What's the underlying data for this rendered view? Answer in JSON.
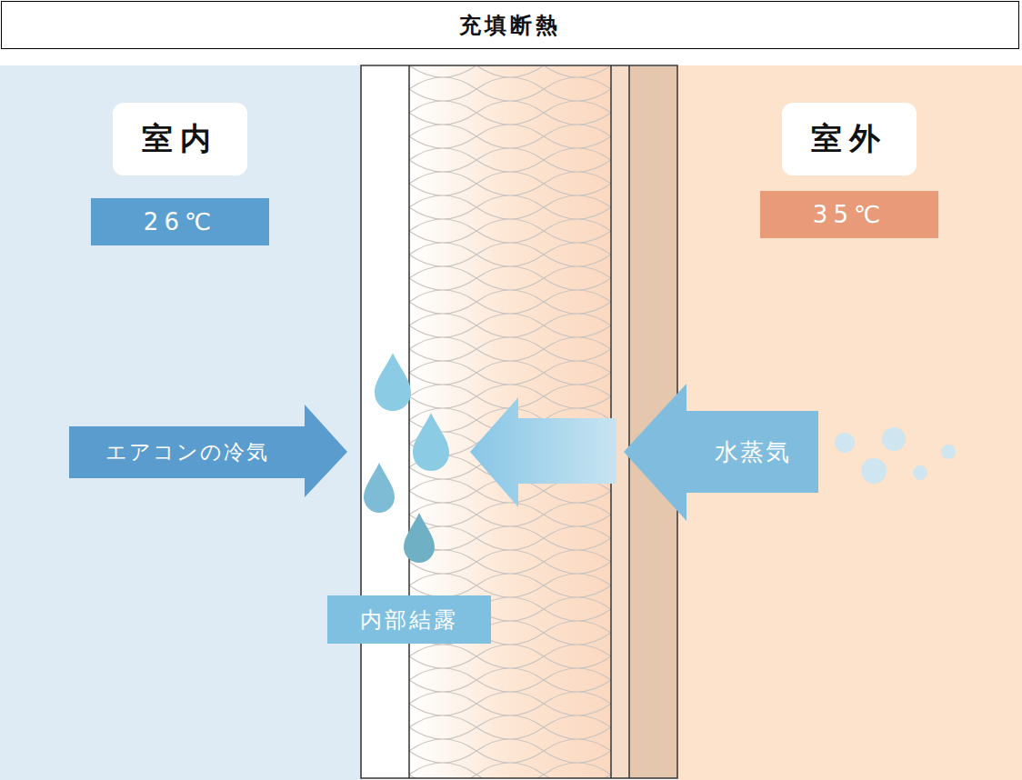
{
  "diagram": {
    "title": "充填断熱",
    "nodes": [
      {
        "text": [
          "室内"
        ]
      },
      {
        "text": [
          "26℃"
        ]
      },
      {
        "text": [
          "室外"
        ]
      },
      {
        "text": [
          "35℃"
        ]
      },
      {
        "text": [
          "エアコンの冷気"
        ]
      },
      {
        "text": [
          "水蒸気"
        ]
      },
      {
        "text": [
          "内部結露"
        ]
      }
    ]
  }
}
